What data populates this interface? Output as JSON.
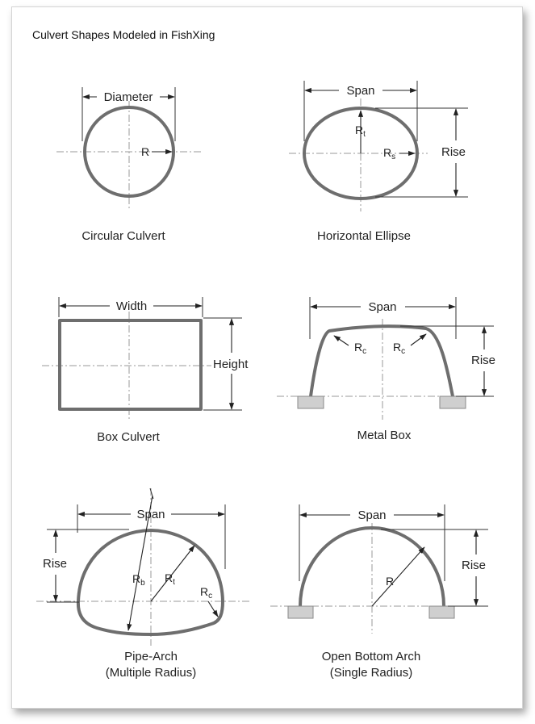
{
  "title": "Culvert Shapes Modeled in FishXing",
  "circular": {
    "diameter": "Diameter",
    "radius": "R",
    "caption": "Circular Culvert"
  },
  "ellipse": {
    "span": "Span",
    "rise": "Rise",
    "rt": "R",
    "rt_sub": "t",
    "rs": "R",
    "rs_sub": "s",
    "caption": "Horizontal Ellipse"
  },
  "box": {
    "width": "Width",
    "height": "Height",
    "caption": "Box Culvert"
  },
  "metal_box": {
    "span": "Span",
    "rise": "Rise",
    "rc1": "R",
    "rc1_sub": "c",
    "rc2": "R",
    "rc2_sub": "c",
    "caption": "Metal Box"
  },
  "pipe_arch": {
    "span": "Span",
    "rise": "Rise",
    "rb": "R",
    "rb_sub": "b",
    "rt": "R",
    "rt_sub": "t",
    "rc": "R",
    "rc_sub": "c",
    "caption_1": "Pipe-Arch",
    "caption_2": "(Multiple Radius)"
  },
  "open_arch": {
    "span": "Span",
    "rise": "Rise",
    "radius": "R",
    "caption_1": "Open Bottom Arch",
    "caption_2": "(Single Radius)"
  },
  "colors": {
    "shape_stroke": "#6e6e6e",
    "footing_fill": "#cfcfcf",
    "centerline": "#9a9a9a"
  }
}
